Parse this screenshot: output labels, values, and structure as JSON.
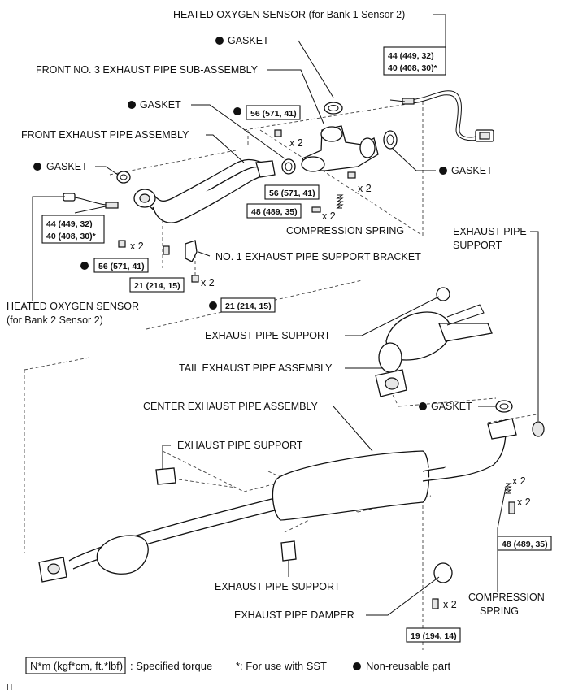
{
  "labels": {
    "heated_o2_bank1": "HEATED OXYGEN SENSOR  (for Bank 1 Sensor 2)",
    "gasket_top": "GASKET",
    "front_no3_pipe": "FRONT NO. 3 EXHAUST PIPE SUB-ASSEMBLY",
    "gasket_mid": "GASKET",
    "front_exhaust_pipe": "FRONT EXHAUST PIPE ASSEMBLY",
    "gasket_left": "GASKET",
    "gasket_right": "GASKET",
    "compression_spring_top": "COMPRESSION SPRING",
    "no1_support_bracket": "NO. 1 EXHAUST PIPE SUPPORT BRACKET",
    "heated_o2_bank2_line1": "HEATED OXYGEN SENSOR",
    "heated_o2_bank2_line2": "(for Bank 2 Sensor 2)",
    "exhaust_pipe_support_right_line1": "EXHAUST PIPE",
    "exhaust_pipe_support_right_line2": "SUPPORT",
    "exhaust_pipe_support_tail": "EXHAUST PIPE SUPPORT",
    "tail_exhaust_pipe": "TAIL EXHAUST PIPE ASSEMBLY",
    "center_exhaust_pipe": "CENTER EXHAUST PIPE ASSEMBLY",
    "gasket_center": "GASKET",
    "exhaust_pipe_support_left": "EXHAUST PIPE SUPPORT",
    "exhaust_pipe_support_bottom": "EXHAUST PIPE SUPPORT",
    "compression_spring_bottom_line1": "COMPRESSION",
    "compression_spring_bottom_line2": "SPRING",
    "exhaust_pipe_damper": "EXHAUST PIPE DAMPER"
  },
  "torques": {
    "o2_bank1_line1": "44 (449, 32)",
    "o2_bank1_line2": "40 (408, 30)*",
    "nut_56_a": "56 (571, 41)",
    "nut_56_b": "56 (571, 41)",
    "bolt_48_top": "48 (489, 35)",
    "o2_bank2_line1": "44 (449, 32)",
    "o2_bank2_line2": "40 (408, 30)*",
    "nut_56_c": "56 (571, 41)",
    "bolt_21_a": "21 (214, 15)",
    "bolt_21_b": "21 (214, 15)",
    "bolt_48_bottom": "48 (489, 35)",
    "bolt_19": "19 (194, 14)"
  },
  "quantities": {
    "q1": "x 2",
    "q2": "x 2",
    "q3": "x 2",
    "q4": "x 2",
    "q5": "x 2",
    "q6": "x 2",
    "q7": "x 2",
    "q8": "x 2"
  },
  "legend": {
    "torque_unit": "N*m (kgf*cm, ft.*lbf)",
    "torque_desc": ": Specified torque",
    "sst_note": "*: For use with SST",
    "nonreusable": "Non-reusable part"
  },
  "footer_code": "H"
}
